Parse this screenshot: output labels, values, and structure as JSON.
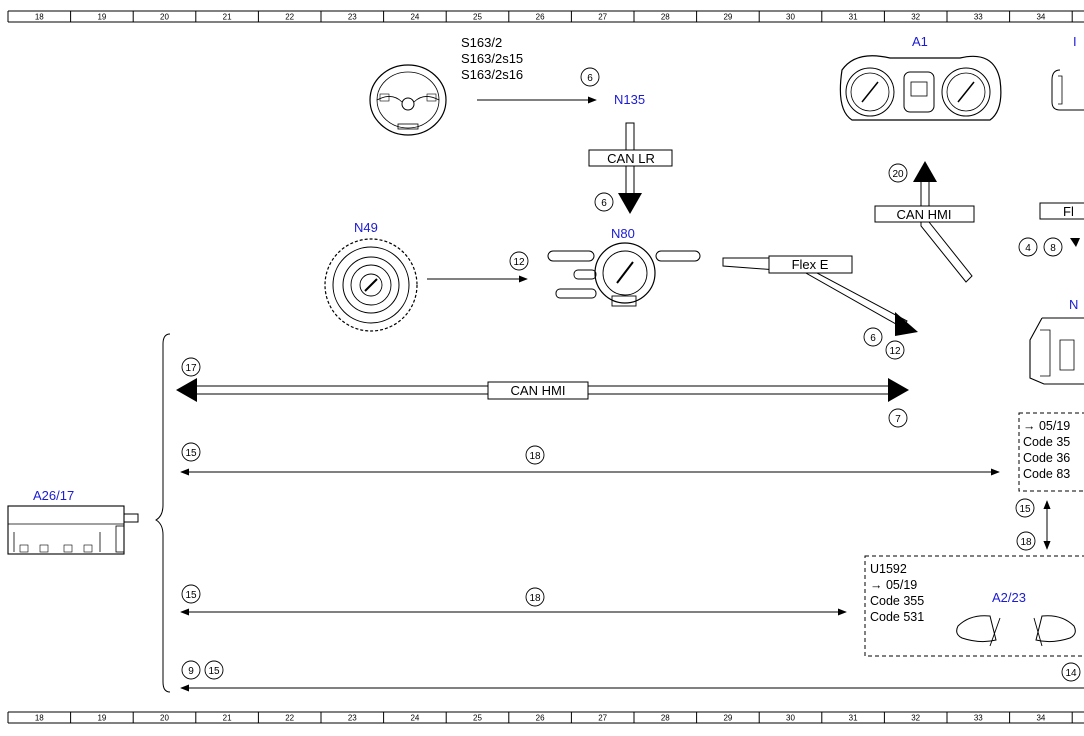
{
  "ruler": {
    "top_numbers": [
      "18",
      "19",
      "20",
      "21",
      "22",
      "23",
      "24",
      "25",
      "26",
      "27",
      "28",
      "29",
      "30",
      "31",
      "32",
      "33",
      "34"
    ],
    "bottom_numbers": [
      "18",
      "19",
      "20",
      "21",
      "22",
      "23",
      "24",
      "25",
      "26",
      "27",
      "28",
      "29",
      "30",
      "31",
      "32",
      "33",
      "34"
    ]
  },
  "components": {
    "a1": "A1",
    "n135": "N135",
    "n49": "N49",
    "n80": "N80",
    "a26_17": "A26/17",
    "a2_23": "A2/23",
    "s163": [
      "S163/2",
      "S163/2s15",
      "S163/2s16"
    ]
  },
  "bus_labels": {
    "can_lr": "CAN LR",
    "can_hmi_upper": "CAN HMI",
    "flex_e": "Flex E",
    "can_hmi_main": "CAN HMI",
    "flex_right": "Fl"
  },
  "circles": {
    "c6a": "6",
    "c6b": "6",
    "c6c": "6",
    "c12a": "12",
    "c12b": "12",
    "c20": "20",
    "c4": "4",
    "c8": "8",
    "c17": "17",
    "c7": "7",
    "c15a": "15",
    "c18a": "18",
    "c15b": "15",
    "c18b": "18",
    "c15c": "15",
    "c18c": "18",
    "c9": "9",
    "c15d": "15",
    "c14": "14"
  },
  "dashed_box_upper": [
    "→ 05/19",
    "Code 35",
    "Code 36",
    "Code 83"
  ],
  "dashed_box_lower": [
    "U1592",
    "→ 05/19",
    "Code 355",
    "Code 531"
  ],
  "right_edge_letters": {
    "top": "I",
    "mid": "N"
  }
}
